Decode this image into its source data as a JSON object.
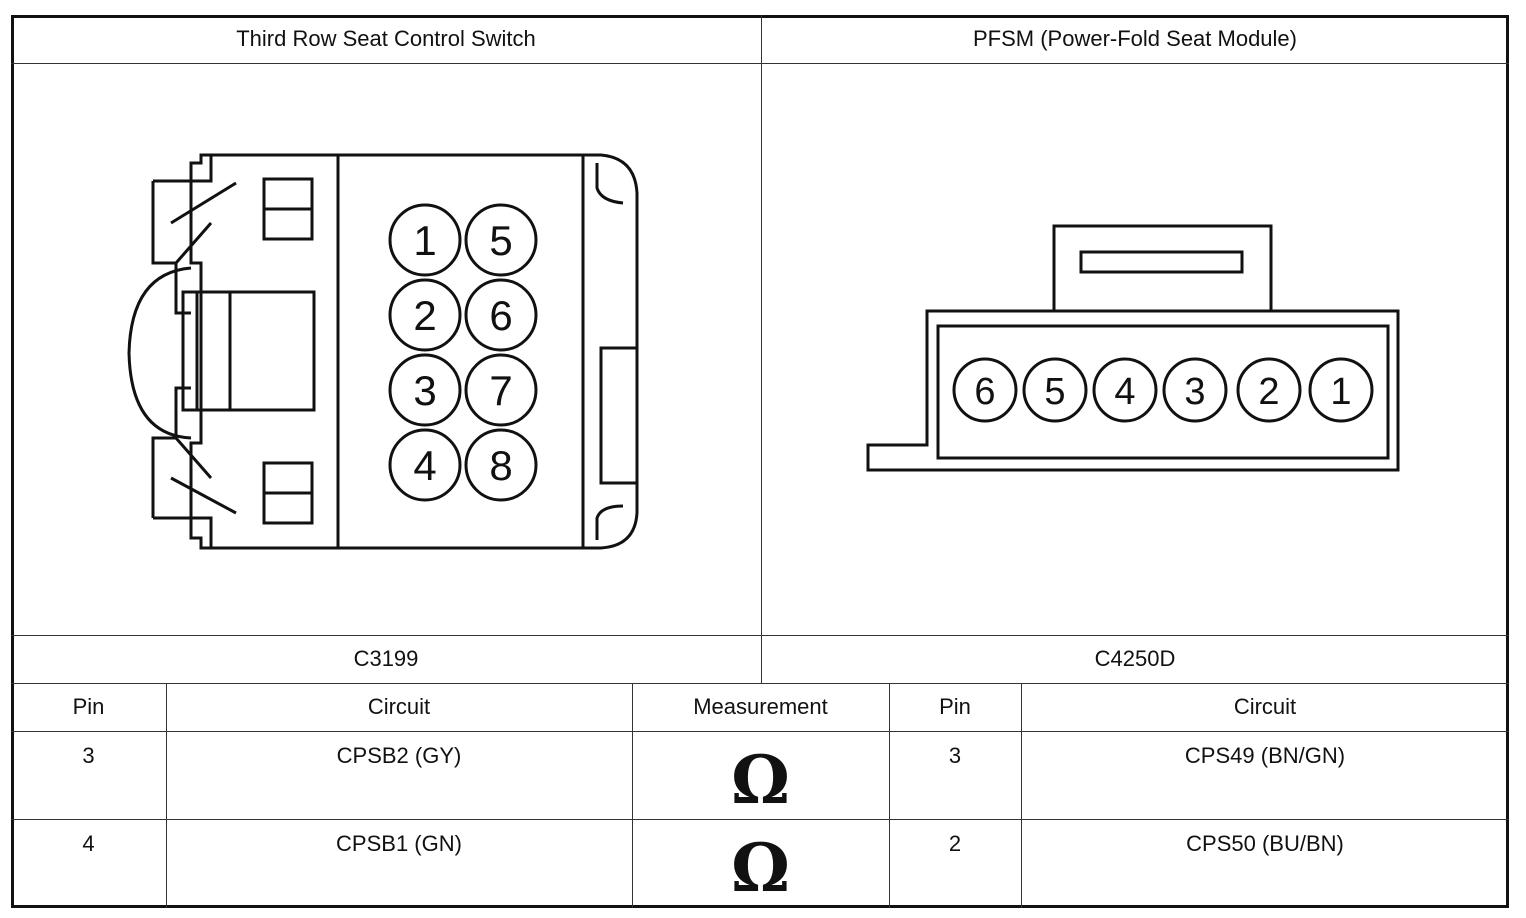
{
  "headers": {
    "left_title": "Third Row Seat Control Switch",
    "right_title": "PFSM (Power-Fold Seat Module)"
  },
  "connectors": {
    "left_id": "C3199",
    "right_id": "C4250D",
    "left_pins": [
      "1",
      "5",
      "2",
      "6",
      "3",
      "7",
      "4",
      "8"
    ],
    "right_pins": [
      "6",
      "5",
      "4",
      "3",
      "2",
      "1"
    ]
  },
  "table": {
    "columns": [
      "Pin",
      "Circuit",
      "Measurement",
      "Pin",
      "Circuit"
    ],
    "rows": [
      {
        "pin_a": "3",
        "circuit_a": "CPSB2 (GY)",
        "measurement": "Ω",
        "pin_b": "3",
        "circuit_b": "CPS49 (BN/GN)"
      },
      {
        "pin_a": "4",
        "circuit_a": "CPSB1 (GN)",
        "measurement": "Ω",
        "pin_b": "2",
        "circuit_b": "CPS50 (BU/BN)"
      }
    ]
  }
}
